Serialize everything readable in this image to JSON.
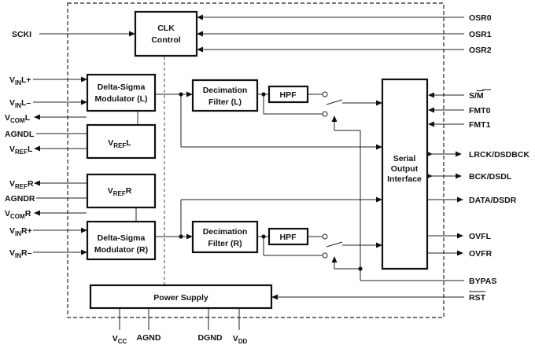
{
  "pins_left": {
    "sckl": "SCKI",
    "vinl_plus": {
      "main": "V",
      "sub": "IN",
      "suffix": "L+"
    },
    "vinl_minus": {
      "main": "V",
      "sub": "IN",
      "suffix": "L–"
    },
    "vcoml": {
      "main": "V",
      "sub": "COM",
      "suffix": "L"
    },
    "agndl": "AGNDL",
    "vrefl": {
      "main": "V",
      "sub": "REF",
      "suffix": "L"
    },
    "vrefr": {
      "main": "V",
      "sub": "REF",
      "suffix": "R"
    },
    "agndr": "AGNDR",
    "vcomr": {
      "main": "V",
      "sub": "COM",
      "suffix": "R"
    },
    "vinr_plus": {
      "main": "V",
      "sub": "IN",
      "suffix": "R+"
    },
    "vinr_minus": {
      "main": "V",
      "sub": "IN",
      "suffix": "R–"
    }
  },
  "pins_right": {
    "osr0": "OSR0",
    "osr1": "OSR1",
    "osr2": "OSR2",
    "s_m": {
      "s": "S/",
      "m": "M"
    },
    "fmt0": "FMT0",
    "fmt1": "FMT1",
    "lrck": "LRCK/DSDBCK",
    "bck": "BCK/DSDL",
    "data": "DATA/DSDR",
    "ovfl": "OVFL",
    "ovfr": "OVFR",
    "bypas": "BYPAS",
    "rst": "RST"
  },
  "pins_bottom": {
    "vcc": {
      "main": "V",
      "sub": "CC"
    },
    "agnd": "AGND",
    "dgnd": "DGND",
    "vdd": {
      "main": "V",
      "sub": "DD"
    }
  },
  "blocks": {
    "clk": [
      "CLK",
      "Control"
    ],
    "dsm_l": [
      "Delta-Sigma",
      "Modulator (L)"
    ],
    "dsm_r": [
      "Delta-Sigma",
      "Modulator (R)"
    ],
    "vref_l": {
      "main": "V",
      "sub": "REF",
      "suffix": "L"
    },
    "vref_r": {
      "main": "V",
      "sub": "REF",
      "suffix": "R"
    },
    "dec_l": [
      "Decimation",
      "Filter (L)"
    ],
    "dec_r": [
      "Decimation",
      "Filter (R)"
    ],
    "hpf_l": "HPF",
    "hpf_r": "HPF",
    "serial": [
      "Serial",
      "Output",
      "Interface"
    ],
    "power": "Power Supply"
  }
}
